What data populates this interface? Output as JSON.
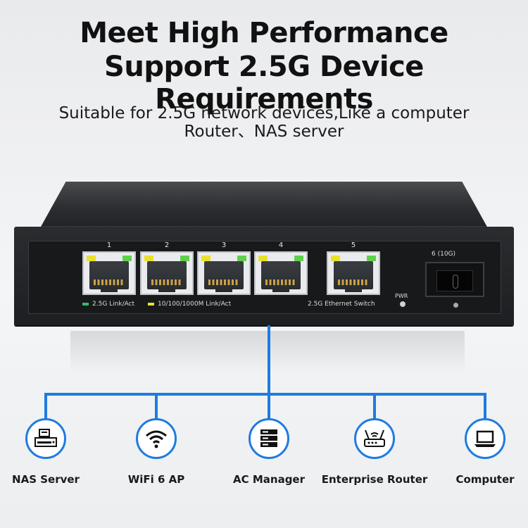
{
  "headline": {
    "line1": "Meet High Performance",
    "line2": "Support 2.5G Device Requirements"
  },
  "subtitle": {
    "line1": "Suitable for 2.5G network devices,Like a computer",
    "line2": "Router、NAS server"
  },
  "switch": {
    "ports": [
      "1",
      "2",
      "3",
      "4",
      "5"
    ],
    "sfp_port": "6 (10G)",
    "legend_25g": "2.5G Link/Act",
    "legend_100m": "10/100/1000M Link/Act",
    "model": "2.5G Ethernet Switch",
    "power": "PWR",
    "colors": {
      "green_led": "#5fd04a",
      "yellow_led": "#e8e12a",
      "body": "#1d1f22"
    }
  },
  "devices": [
    {
      "label": "NAS Server",
      "icon": "nas-server-icon"
    },
    {
      "label": "WiFi 6 AP",
      "icon": "wifi-icon"
    },
    {
      "label": "AC Manager",
      "icon": "ac-manager-icon"
    },
    {
      "label": "Enterprise Router",
      "icon": "router-icon"
    },
    {
      "label": "Computer",
      "icon": "laptop-icon"
    }
  ],
  "accent": "#1f7be0"
}
